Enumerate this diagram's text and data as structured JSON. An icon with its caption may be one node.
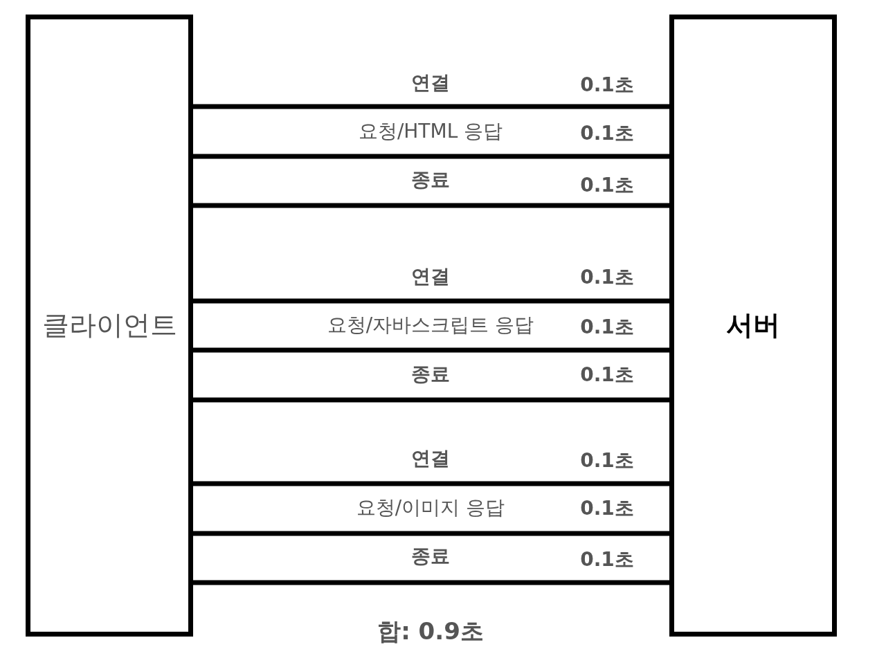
{
  "diagram": {
    "nodes": [
      {
        "text": [
          "클라이언트"
        ]
      },
      {
        "text": [
          "서버"
        ]
      }
    ],
    "edges": [
      {
        "from": 0,
        "to": 1,
        "arrow": "none",
        "label": "연결"
      },
      {
        "from": 0,
        "to": 1,
        "arrow": "none",
        "label": "요청/HTML 응답"
      },
      {
        "from": 0,
        "to": 1,
        "arrow": "none",
        "label": "종료"
      },
      {
        "from": 0,
        "to": 1,
        "arrow": "none",
        "label": "연결"
      },
      {
        "from": 0,
        "to": 1,
        "arrow": "none",
        "label": "요청/자바스크립트 응답"
      },
      {
        "from": 0,
        "to": 1,
        "arrow": "none",
        "label": "종료"
      },
      {
        "from": 0,
        "to": 1,
        "arrow": "none",
        "label": "연결"
      },
      {
        "from": 0,
        "to": 1,
        "arrow": "none",
        "label": "요청/이미지 응답"
      },
      {
        "from": 0,
        "to": 1,
        "arrow": "none",
        "label": "종료"
      }
    ],
    "labels": [
      "0.1초",
      "0.1초",
      "0.1초",
      "0.1초",
      "0.1초",
      "0.1초",
      "0.1초",
      "0.1초",
      "0.1초",
      "합: 0.9초"
    ]
  }
}
